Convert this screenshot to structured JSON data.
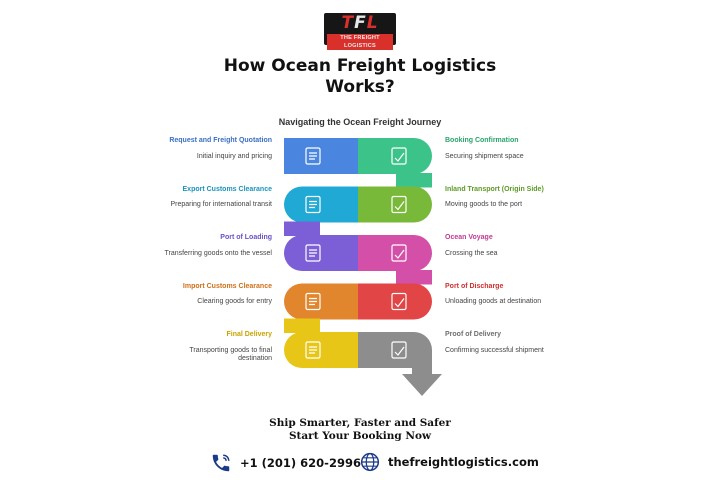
{
  "logo": {
    "mark_left": "T",
    "mark_mid": "F",
    "mark_right": "L",
    "tagline": "THE FREIGHT LOGISTICS"
  },
  "headline": {
    "line1": "How Ocean Freight Logistics",
    "line2": "Works?"
  },
  "diagram": {
    "title": "Navigating the Ocean Freight Journey",
    "steps": [
      {
        "title": "Request and Freight Quotation",
        "desc": "Initial inquiry and pricing",
        "color": "#4a86e0",
        "title_color": "#3b6fc4",
        "icon": "document-icon"
      },
      {
        "title": "Booking Confirmation",
        "desc": "Securing shipment space",
        "color": "#3cc38a",
        "title_color": "#2aa56b",
        "icon": "lock-box-icon"
      },
      {
        "title": "Export Customs Clearance",
        "desc": "Preparing for international transit",
        "color": "#1fa9d4",
        "title_color": "#1b93c0",
        "icon": "customs-officer-icon"
      },
      {
        "title": "Inland Transport (Origin Side)",
        "desc": "Moving goods to the port",
        "color": "#79b93a",
        "title_color": "#5d9a24",
        "icon": "truck-box-icon"
      },
      {
        "title": "Port of Loading",
        "desc": "Transferring goods onto the vessel",
        "color": "#7c5fd6",
        "title_color": "#6a4fc6",
        "icon": "crane-icon"
      },
      {
        "title": "Ocean Voyage",
        "desc": "Crossing the sea",
        "color": "#d44fa7",
        "title_color": "#c23a93",
        "icon": "sailboat-icon"
      },
      {
        "title": "Import Customs Clearance",
        "desc": "Clearing goods for entry",
        "color": "#e2862e",
        "title_color": "#d06f18",
        "icon": "customs-desk-icon"
      },
      {
        "title": "Port of Discharge",
        "desc": "Unloading goods at destination",
        "color": "#e14545",
        "title_color": "#cf2f2f",
        "icon": "unload-box-icon"
      },
      {
        "title": "Final Delivery",
        "desc": "Transporting goods to final destination",
        "color": "#e8c618",
        "title_color": "#c9a400",
        "icon": "delivery-truck-icon"
      },
      {
        "title": "Proof of Delivery",
        "desc": "Confirming successful shipment",
        "color": "#8d8d8d",
        "title_color": "#6f6f6f",
        "icon": "check-box-icon"
      }
    ]
  },
  "cta": {
    "line1": "Ship Smarter, Faster and Safer",
    "line2": "Start Your Booking Now"
  },
  "contact": {
    "phone": "+1 (201) 620-2996",
    "website": "thefreightlogistics.com",
    "phone_icon": "phone-icon",
    "web_icon": "globe-icon"
  }
}
